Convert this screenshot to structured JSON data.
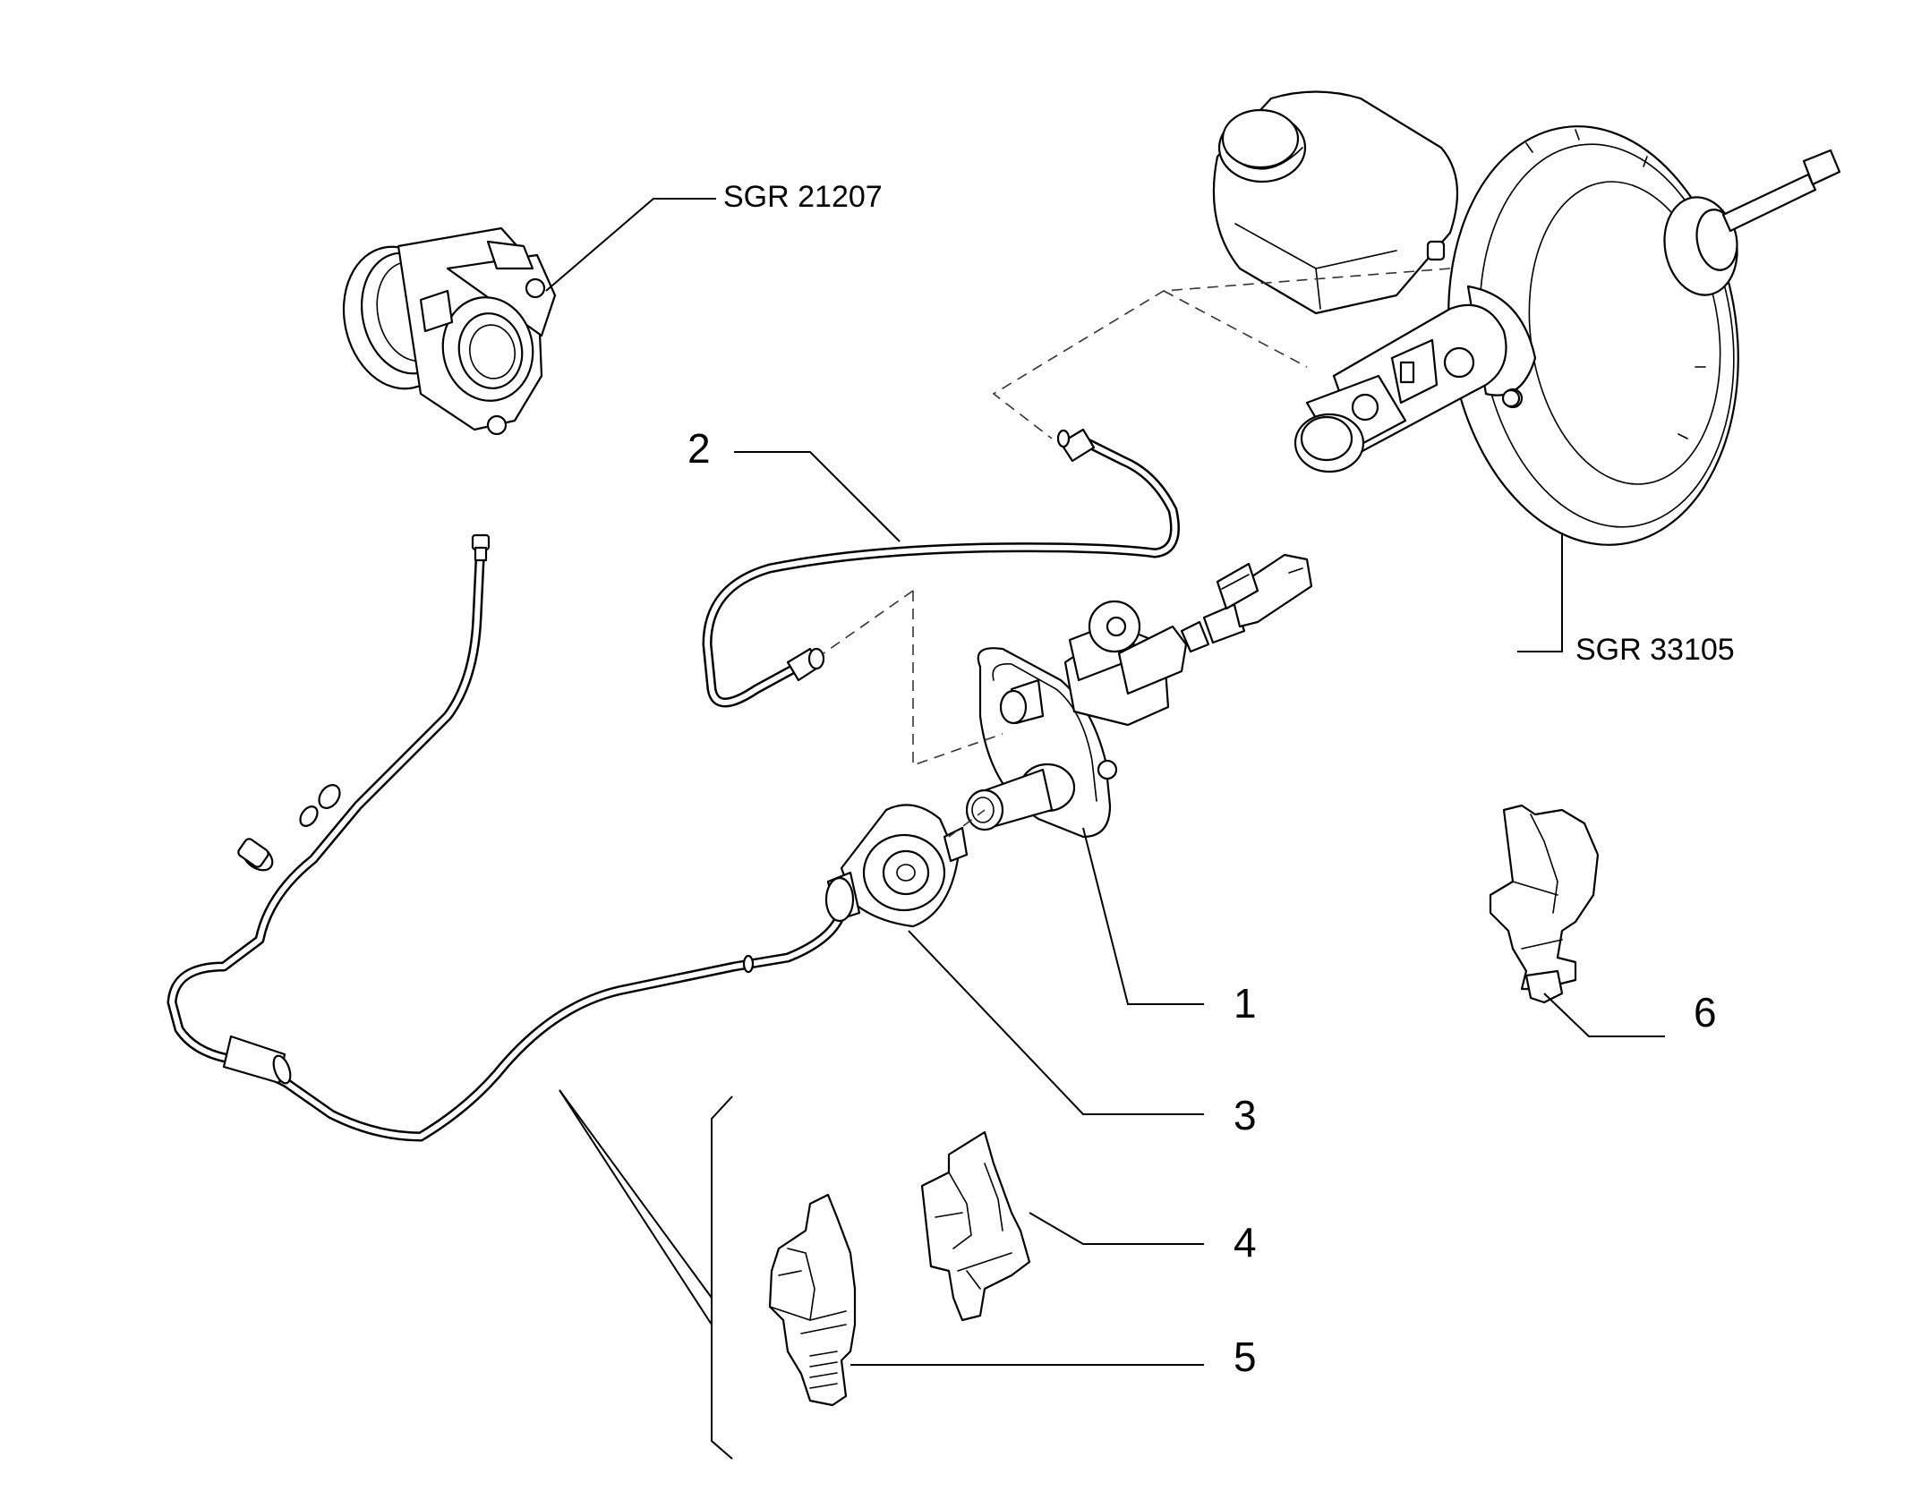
{
  "callouts": {
    "p1": "1",
    "p2": "2",
    "p3": "3",
    "p4": "4",
    "p5": "5",
    "p6": "6",
    "ref_bearing": "SGR 21207",
    "ref_booster": "SGR 33105"
  }
}
